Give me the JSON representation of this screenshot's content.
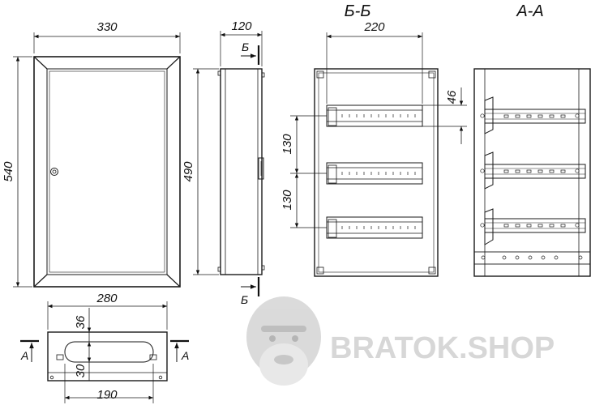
{
  "dimensions": {
    "front_width": "330",
    "front_height": "540",
    "side_depth": "120",
    "side_height": "490",
    "section_width": "220",
    "rail_offset": "46",
    "rail_pitch_1": "130",
    "rail_pitch_2": "130",
    "bottom_width": "280",
    "bottom_inner": "190",
    "bottom_top_gap": "36",
    "bottom_slot": "30"
  },
  "sections": {
    "section_b_title": "Б-Б",
    "section_a_title": "А-А",
    "cut_b_top": "Б",
    "cut_b_bottom": "Б",
    "cut_a_left": "А",
    "cut_a_right": "А"
  },
  "watermark": {
    "text": "BRATOK.SHOP",
    "icon": "gorilla-icon"
  },
  "colors": {
    "line": "#1a1a1a",
    "watermark": "#c9c9c9"
  }
}
